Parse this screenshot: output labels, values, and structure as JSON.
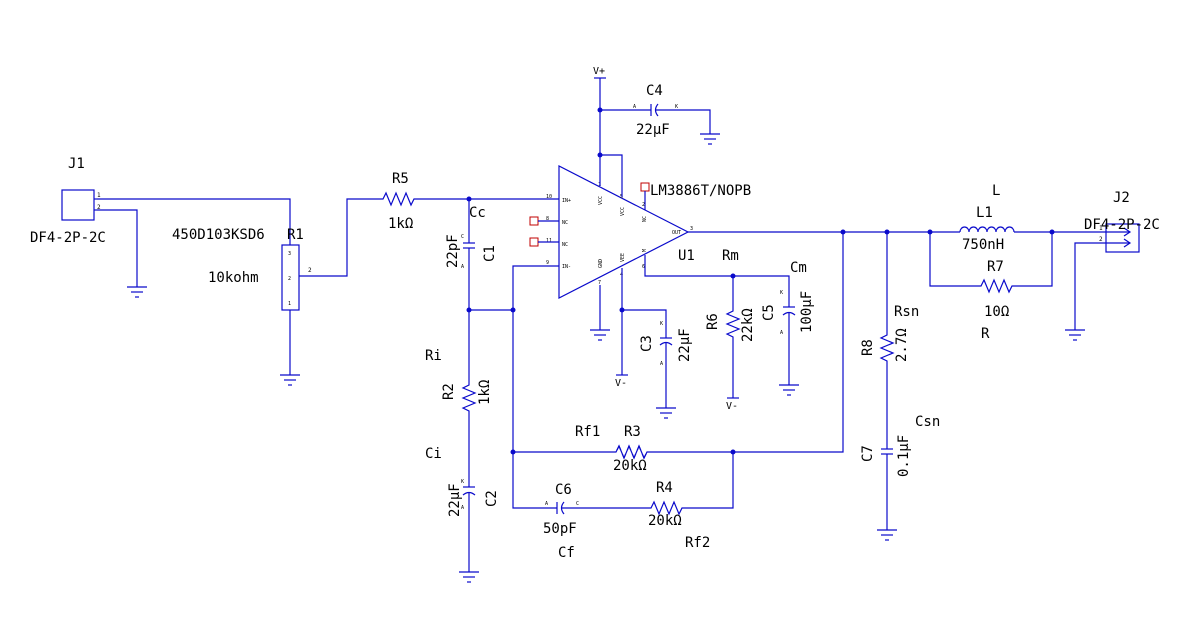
{
  "components": {
    "j1": {
      "ref": "J1",
      "value": "DF4-2P-2C"
    },
    "j2": {
      "ref": "J2",
      "value": "DF4-2P-2C"
    },
    "r1": {
      "ref": "R1",
      "part": "450D103KSD6",
      "value": "10kohm"
    },
    "r5": {
      "ref": "R5",
      "value": "1kΩ"
    },
    "c1": {
      "ref": "C1",
      "name": "Cc",
      "value": "22pF"
    },
    "u1": {
      "ref": "U1",
      "part": "LM3886T/NOPB"
    },
    "c4": {
      "ref": "C4",
      "value": "22µF"
    },
    "c3": {
      "ref": "C3",
      "value": "22µF"
    },
    "r6": {
      "ref": "R6",
      "name": "Rm",
      "value": "22kΩ"
    },
    "c5": {
      "ref": "C5",
      "name": "Cm",
      "value": "100µF"
    },
    "r2": {
      "ref": "R2",
      "name": "Ri",
      "value": "1kΩ"
    },
    "c2": {
      "ref": "C2",
      "name": "Ci",
      "value": "22µF"
    },
    "r3": {
      "ref": "R3",
      "name": "Rf1",
      "value": "20kΩ"
    },
    "c6": {
      "ref": "C6",
      "name": "Cf",
      "value": "50pF"
    },
    "r4": {
      "ref": "R4",
      "name": "Rf2",
      "value": "20kΩ"
    },
    "r8": {
      "ref": "R8",
      "name": "Rsn",
      "value": "2.7Ω"
    },
    "c7": {
      "ref": "C7",
      "name": "Csn",
      "value": "0.1µF"
    },
    "l1": {
      "ref": "L1",
      "name": "L",
      "value": "750nH"
    },
    "r7": {
      "ref": "R7",
      "name": "R",
      "value": "10Ω"
    }
  },
  "nets": {
    "vplus": "V+",
    "vminus1": "V-",
    "vminus2": "V-"
  },
  "pins": {
    "in_plus": "IN+",
    "nc1": "NC",
    "nc2": "NC",
    "in_minus": "IN-",
    "out": "OUT",
    "vcc1": "VCC",
    "vcc2": "VCC",
    "gnd": "GND",
    "vee": "VEE",
    "m": "M",
    "nc_top": "NC",
    "n10": "10",
    "n8": "8",
    "n11": "11",
    "n9": "9",
    "n3": "3",
    "n1": "1",
    "n5": "5",
    "n2": "2",
    "n4": "4",
    "n7": "7",
    "n6": "6",
    "j_1": "1",
    "j_2": "2",
    "r1_3": "3",
    "r1_2": "2",
    "r1_1": "1",
    "A": "A",
    "K": "K",
    "C": "C"
  },
  "colors": {
    "wire": "#0a0acb",
    "nc_marker": "#c00000",
    "text": "#000000"
  }
}
